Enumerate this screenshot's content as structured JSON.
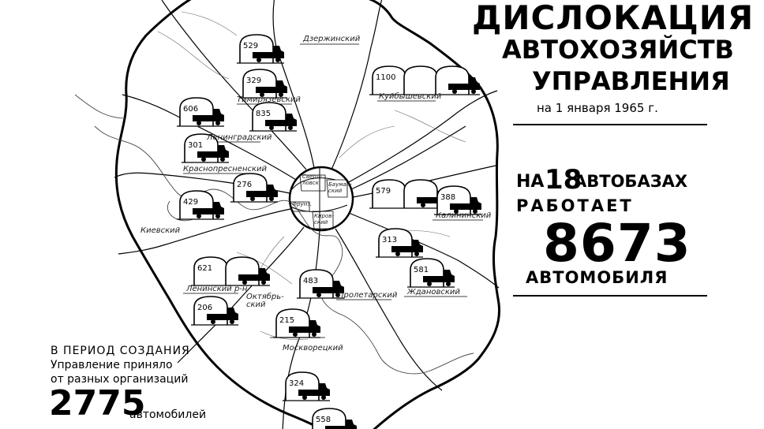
{
  "title": {
    "line1": "ДИСЛОКАЦИЯ",
    "line2": "АВТОХОЗЯЙСТВ",
    "line3": "УПРАВЛЕНИЯ",
    "date": "на 1 января 1965 г."
  },
  "stats": {
    "prefix_na": "НА",
    "bases_count": "18",
    "bases_word": "АВТОБАЗАХ",
    "works": "РАБОТАЕТ",
    "total_cars": "8673",
    "cars_word": "АВТОМОБИЛЯ"
  },
  "note": {
    "line1": "В ПЕРИОД СОЗДАНИЯ",
    "line2": "Управление приняло",
    "line3": "от разных организаций",
    "number": "2775",
    "unit": "автомобилей"
  },
  "center_labels": {
    "a": "Сверд-\nловск.",
    "b": "Бауман-\nский",
    "c": "Фрунз.",
    "d": "Киров-\nский"
  },
  "districts": [
    "Дзержинский",
    "Тимирязевский",
    "Куйбышевский",
    "Ленинградский",
    "Краснопресненский",
    "Киевский",
    "Калининский",
    "Ленинский р-н",
    "Октябрь-\nский",
    "Пролетарский",
    "Ждановский",
    "Москворецкий"
  ],
  "depots": [
    {
      "id": "d529",
      "value": "529",
      "sheds": 1
    },
    {
      "id": "d329",
      "value": "329",
      "sheds": 1
    },
    {
      "id": "d606",
      "value": "606",
      "sheds": 1
    },
    {
      "id": "d835",
      "value": "835",
      "sheds": 1
    },
    {
      "id": "d1100",
      "value": "1100",
      "sheds": 3
    },
    {
      "id": "d301",
      "value": "301",
      "sheds": 1
    },
    {
      "id": "d276",
      "value": "276",
      "sheds": 1
    },
    {
      "id": "d429",
      "value": "429",
      "sheds": 1
    },
    {
      "id": "d579",
      "value": "579",
      "sheds": 2
    },
    {
      "id": "d388",
      "value": "388",
      "sheds": 1
    },
    {
      "id": "d313",
      "value": "313",
      "sheds": 1
    },
    {
      "id": "d621",
      "value": "621",
      "sheds": 2
    },
    {
      "id": "d581",
      "value": "581",
      "sheds": 1
    },
    {
      "id": "d483",
      "value": "483",
      "sheds": 1
    },
    {
      "id": "d206",
      "value": "206",
      "sheds": 1
    },
    {
      "id": "d215",
      "value": "215",
      "sheds": 1
    },
    {
      "id": "d324",
      "value": "324",
      "sheds": 1
    },
    {
      "id": "d558",
      "value": "558",
      "sheds": 1
    }
  ],
  "colors": {
    "ink": "#000000",
    "paper": "#ffffff",
    "thin_line": "#555555"
  }
}
